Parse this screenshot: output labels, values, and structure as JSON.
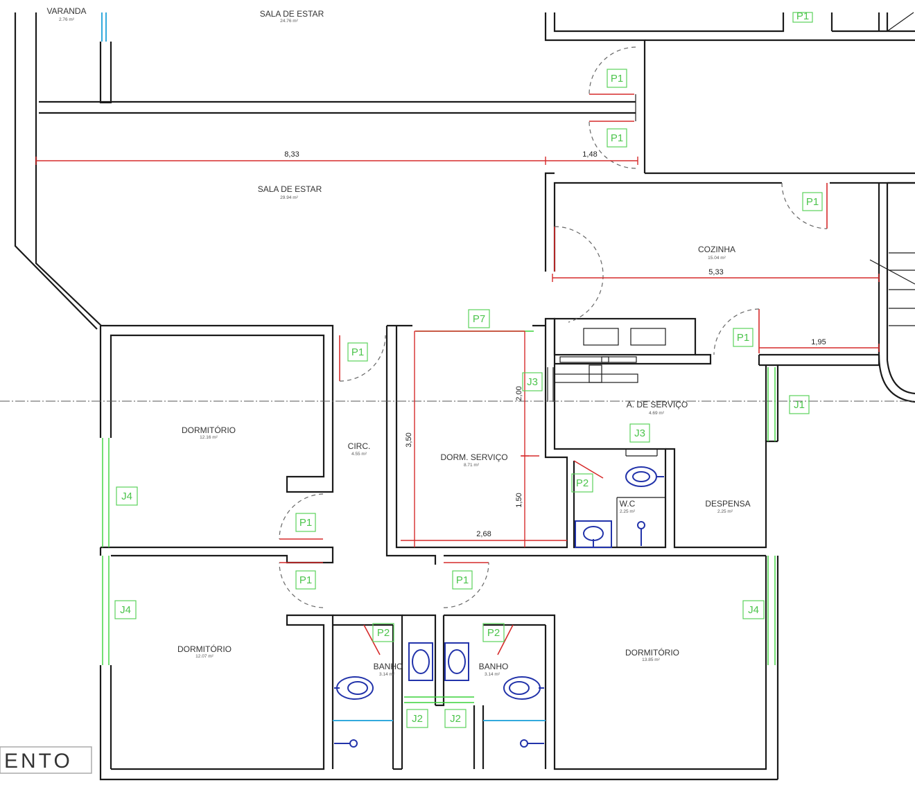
{
  "rooms": [
    {
      "id": "varanda",
      "name": "VARANDA",
      "area": "2.76 m²"
    },
    {
      "id": "sala-estar-top",
      "name": "SALA DE ESTAR",
      "area": "24.76 m²"
    },
    {
      "id": "sala-estar",
      "name": "SALA DE ESTAR",
      "area": "29.94 m²"
    },
    {
      "id": "cozinha",
      "name": "COZINHA",
      "area": "15.04 m²"
    },
    {
      "id": "dormitorio-1",
      "name": "DORMITÓRIO",
      "area": "12.16 m²"
    },
    {
      "id": "circ",
      "name": "CIRC.",
      "area": "4.55 m²"
    },
    {
      "id": "dorm-servico",
      "name": "DORM. SERVIÇO",
      "area": "8.71 m²"
    },
    {
      "id": "area-servico",
      "name": "A. DE SERVIÇO",
      "area": "4.69 m²"
    },
    {
      "id": "wc",
      "name": "W.C",
      "area": "2.25 m²"
    },
    {
      "id": "despensa",
      "name": "DESPENSA",
      "area": "2.25 m²"
    },
    {
      "id": "dormitorio-2",
      "name": "DORMITÓRIO",
      "area": "12.07 m²"
    },
    {
      "id": "banho-1",
      "name": "BANHO",
      "area": "3.14 m²"
    },
    {
      "id": "banho-2",
      "name": "BANHO",
      "area": "3.14 m²"
    },
    {
      "id": "dormitorio-3",
      "name": "DORMITÓRIO",
      "area": "13.85 m²"
    }
  ],
  "dimensions": [
    "8,33",
    "1,48",
    "5,33",
    "1,95",
    "2,00",
    "3,50",
    "1,50",
    "2,68"
  ],
  "tags": [
    "P1",
    "P1",
    "P1",
    "P1",
    "P1",
    "P1",
    "P1",
    "P1",
    "P1",
    "P7",
    "J3",
    "J3",
    "J1",
    "P2",
    "P2",
    "P2",
    "J4",
    "J4",
    "J4",
    "J2",
    "J2"
  ],
  "title": "ENTO",
  "colors": {
    "walls": "#1a1a1a",
    "dimensions": "#d62a2a",
    "windows": "#3ad23a",
    "tags": "#4cc44c",
    "fixtures": "#2233aa"
  }
}
